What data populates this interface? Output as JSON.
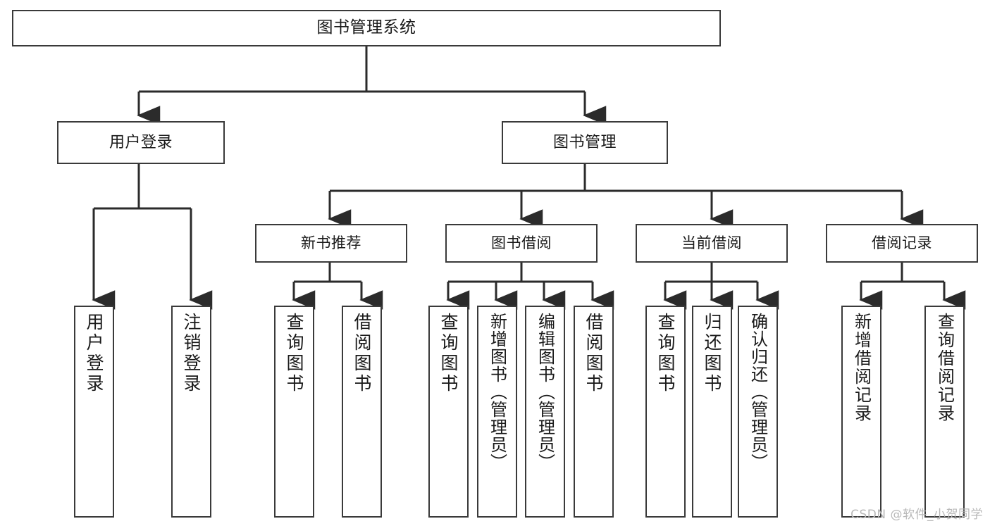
{
  "diagram": {
    "title": "图书管理系统",
    "type": "tree-hierarchy",
    "root": {
      "label": "图书管理系统"
    },
    "level1": [
      {
        "label": "用户登录"
      },
      {
        "label": "图书管理"
      }
    ],
    "level2": [
      {
        "label": "新书推荐"
      },
      {
        "label": "图书借阅"
      },
      {
        "label": "当前借阅"
      },
      {
        "label": "借阅记录"
      }
    ],
    "leaves": {
      "user_login": [
        {
          "label": "用户登录"
        },
        {
          "label": "注销登录"
        }
      ],
      "new_book_recommend": [
        {
          "label": "查询图书"
        },
        {
          "label": "借阅图书"
        }
      ],
      "book_borrow": [
        {
          "label": "查询图书"
        },
        {
          "label": "新增图书（管理员）"
        },
        {
          "label": "编辑图书（管理员）"
        },
        {
          "label": "借阅图书"
        }
      ],
      "current_borrow": [
        {
          "label": "查询图书"
        },
        {
          "label": "归还图书"
        },
        {
          "label": "确认归还（管理员）"
        }
      ],
      "borrow_record": [
        {
          "label": "新增借阅记录"
        },
        {
          "label": "查询借阅记录"
        }
      ]
    }
  },
  "watermark": {
    "text": "CSDN @软件_小贺同学"
  },
  "colors": {
    "box_border": "#3a3a3a",
    "connector": "#2b2b2b",
    "background": "#ffffff",
    "text": "#1a1a1a",
    "watermark": "#b8b8b8"
  }
}
